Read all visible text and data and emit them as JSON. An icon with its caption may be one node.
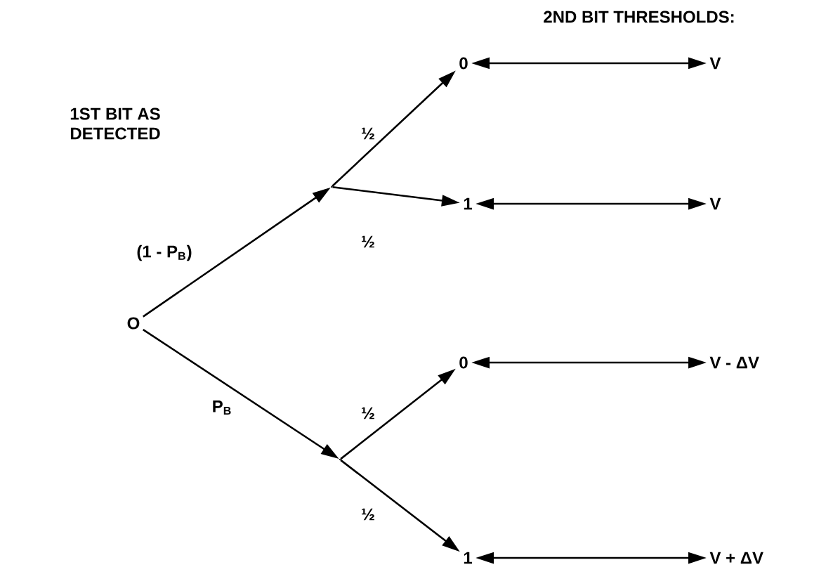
{
  "diagram": {
    "nodes": [
      {
        "text": [
          "O"
        ]
      },
      {
        "text": [],
        "shape": "point"
      },
      {
        "text": [],
        "shape": "point"
      },
      {
        "text": [
          "0"
        ]
      },
      {
        "text": [
          "1"
        ]
      },
      {
        "text": [
          "0"
        ]
      },
      {
        "text": [
          "1"
        ]
      },
      {
        "text": [
          "V"
        ]
      },
      {
        "text": [
          "V"
        ]
      },
      {
        "text": [
          "V - ΔV"
        ]
      },
      {
        "text": [
          "V + ΔV"
        ]
      }
    ],
    "edges": [
      {
        "from": 0,
        "to": 1,
        "arrow": "to",
        "label": "(1 - P$_{B}$)"
      },
      {
        "from": 0,
        "to": 2,
        "arrow": "to",
        "label": "P$_{B}$"
      },
      {
        "from": 1,
        "to": 3,
        "arrow": "to",
        "label": "½"
      },
      {
        "from": 1,
        "to": 4,
        "arrow": "to",
        "label": "½"
      },
      {
        "from": 2,
        "to": 5,
        "arrow": "to",
        "label": "½"
      },
      {
        "from": 2,
        "to": 6,
        "arrow": "to",
        "label": "½"
      },
      {
        "from": 3,
        "to": 7,
        "arrow": "both"
      },
      {
        "from": 4,
        "to": 8,
        "arrow": "both"
      },
      {
        "from": 5,
        "to": 9,
        "arrow": "both"
      },
      {
        "from": 6,
        "to": 10,
        "arrow": "both"
      }
    ],
    "labels": [
      "2ND BIT THRESHOLDS:",
      "1ST BIT AS DETECTED"
    ]
  }
}
